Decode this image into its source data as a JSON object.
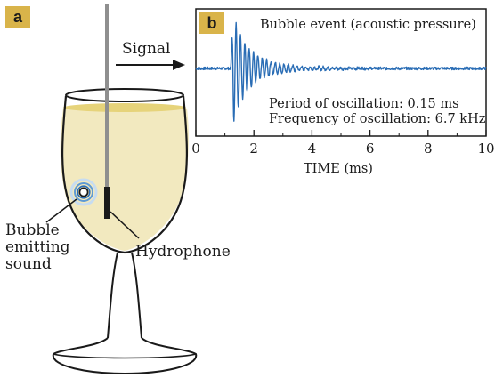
{
  "panel_a": {
    "badge": "a",
    "signal_label": "Signal",
    "bubble_label": [
      "Bubble",
      "emitting",
      "sound"
    ],
    "hydrophone_label": "Hydrophone"
  },
  "panel_b": {
    "badge": "b",
    "title": "Bubble event (acoustic pressure)",
    "period_text": "Period of oscillation: 0.15 ms",
    "frequency_text": "Frequency of oscillation: 6.7 kHz",
    "colors": {
      "trace": "#2a6db5",
      "glass_liquid": "#f2e9bf",
      "badge": "#d9b44a"
    }
  },
  "chart_data": {
    "type": "line",
    "title": "Bubble event (acoustic pressure)",
    "xlabel": "TIME (ms)",
    "ylabel": "",
    "xlim": [
      0,
      10
    ],
    "x_ticks": [
      0,
      2,
      4,
      6,
      8,
      10
    ],
    "grid": false,
    "series": [
      {
        "signal_onset_ms": 1.2,
        "oscillation_period_ms": 0.15,
        "oscillation_frequency_khz": 6.7,
        "shape": "decaying oscillation, largest near 1.3 ms, fading into noise by about 4 ms"
      }
    ]
  }
}
